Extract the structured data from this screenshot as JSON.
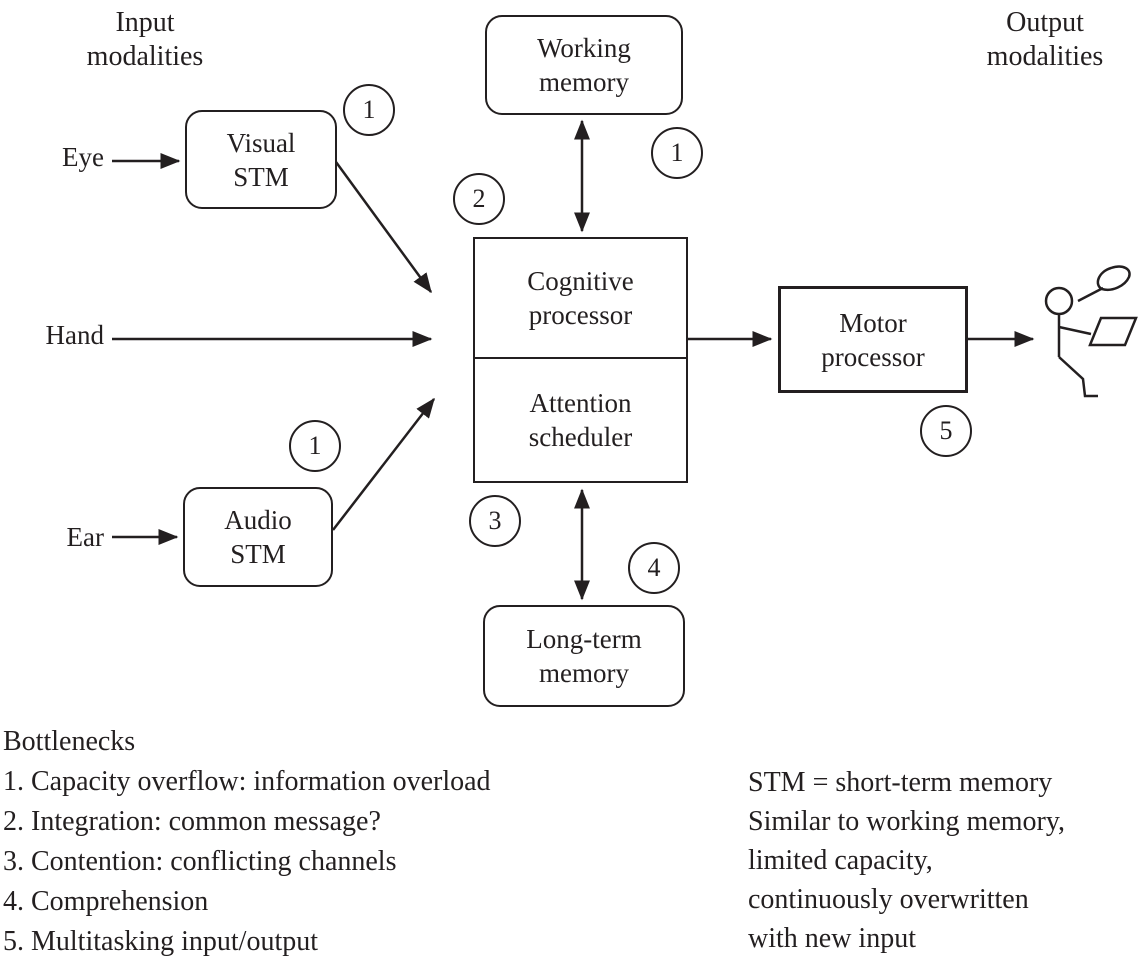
{
  "figure": {
    "input_title": "Input\nmodalities",
    "output_title": "Output\nmodalities"
  },
  "nodes": {
    "working_memory": "Working\nmemory",
    "visual_stm": "Visual\nSTM",
    "audio_stm": "Audio\nSTM",
    "cognitive_processor": "Cognitive\nprocessor",
    "attention_scheduler": "Attention\nscheduler",
    "long_term_memory": "Long-term\nmemory",
    "motor_processor": "Motor\nprocessor"
  },
  "input_labels": {
    "eye": "Eye",
    "hand": "Hand",
    "ear": "Ear"
  },
  "bottleneck_markers": {
    "visual_stm": "1",
    "working_memory": "1",
    "integration": "2",
    "audio_stm": "1",
    "contention": "3",
    "comprehension": "4",
    "multitasking": "5"
  },
  "legend": {
    "title": "Bottlenecks",
    "items": [
      "1. Capacity overflow: information overload",
      "2. Integration: common message?",
      "3. Contention: conflicting channels",
      "4. Comprehension",
      "5. Multitasking input/output"
    ]
  },
  "note_lines": [
    "STM = short-term memory",
    "Similar to working memory,",
    "limited capacity,",
    "continuously overwritten",
    "with new input"
  ],
  "colors": {
    "ink": "#231f20",
    "background": "#ffffff"
  }
}
